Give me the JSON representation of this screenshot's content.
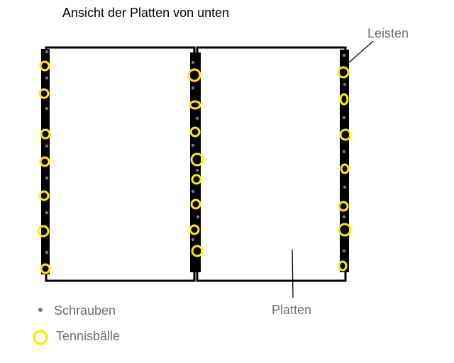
{
  "title": "Ansicht der Platten von unten",
  "labels": {
    "leisten": "Leisten",
    "platten": "Platten"
  },
  "legend": {
    "screws": "Schrauben",
    "balls": "Tennisbälle"
  },
  "colors": {
    "outline": "#000000",
    "strip": "#000000",
    "screw": "#7a7a7a",
    "ball": "#ffec00",
    "label_text": "#6e6e6e"
  }
}
